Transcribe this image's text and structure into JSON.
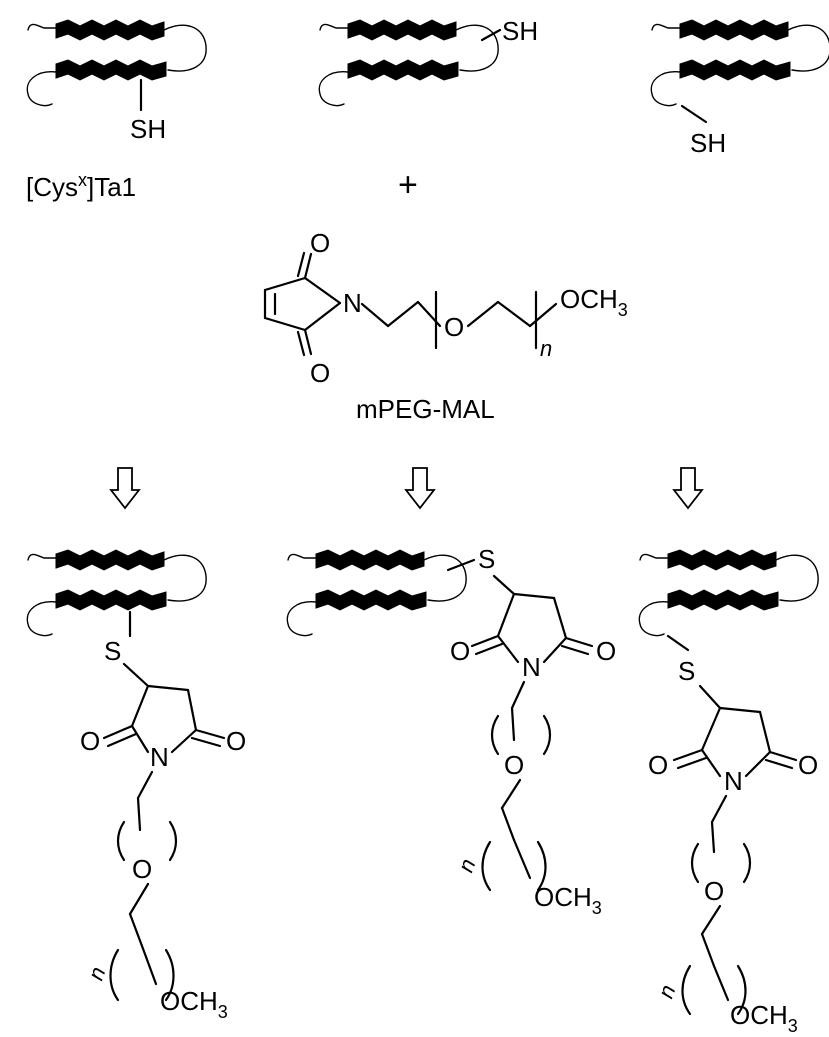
{
  "reactant": {
    "peptide_label": "[Cys",
    "peptide_label_sup": "x",
    "peptide_label_end": "]Ta1",
    "thiol": "SH",
    "plus": "+"
  },
  "reagent": {
    "name": "mPEG-MAL",
    "carbonyl_o": "O",
    "nitrogen": "N",
    "ether_o": "O",
    "repeat_n": "n",
    "methoxy": "OCH",
    "methoxy_sub": "3"
  },
  "products": {
    "sulfur": "S",
    "carbonyl_o": "O",
    "nitrogen": "N",
    "ether_o": "O",
    "repeat_n": "n",
    "methoxy": "OCH",
    "methoxy_sub": "3"
  },
  "colors": {
    "ink": "#000000",
    "background": "#ffffff"
  }
}
